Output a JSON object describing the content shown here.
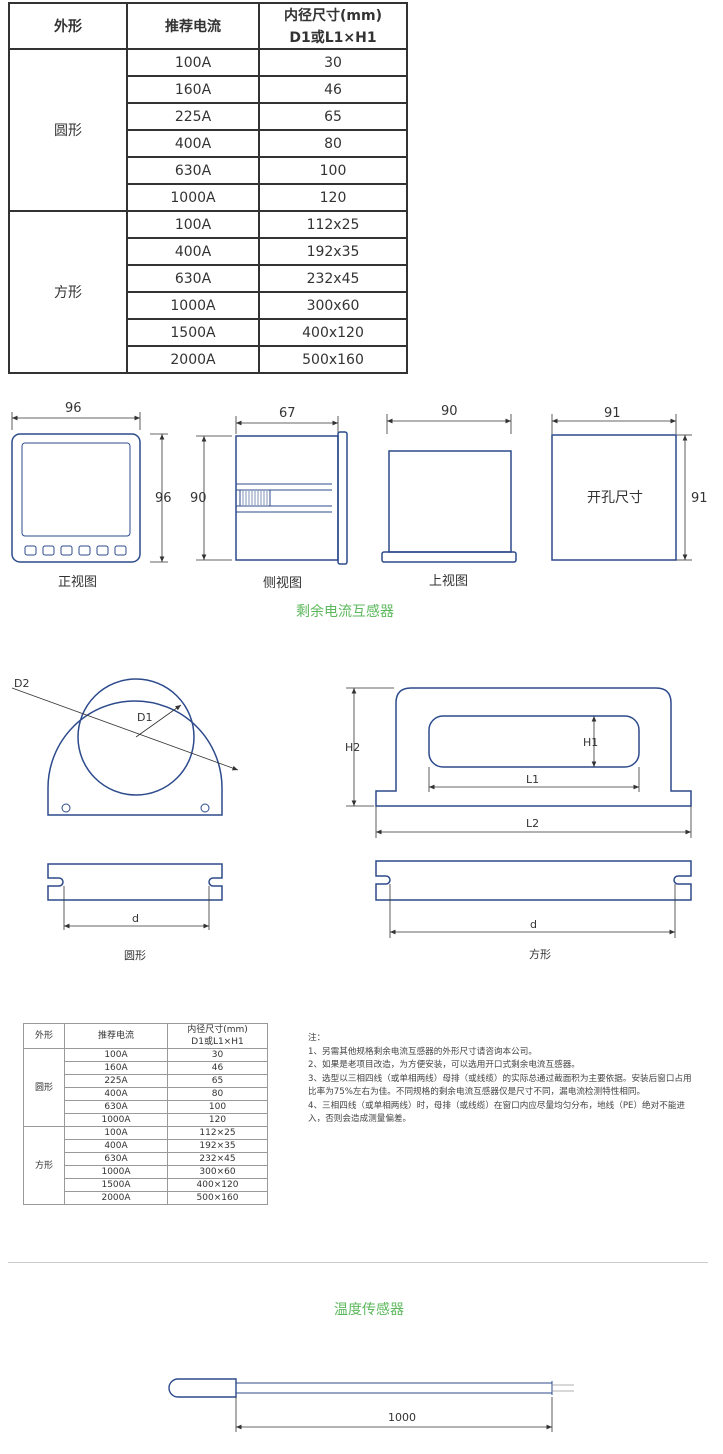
{
  "spec_table": {
    "headers": [
      "外形",
      "推荐电流",
      "内径尺寸(mm)",
      "D1或L1×H1"
    ],
    "groups": [
      {
        "shape": "圆形",
        "rows": [
          [
            "100A",
            "30"
          ],
          [
            "160A",
            "46"
          ],
          [
            "225A",
            "65"
          ],
          [
            "400A",
            "80"
          ],
          [
            "630A",
            "100"
          ],
          [
            "1000A",
            "120"
          ]
        ]
      },
      {
        "shape": "方形",
        "rows": [
          [
            "100A",
            "112x25"
          ],
          [
            "400A",
            "192x35"
          ],
          [
            "630A",
            "232x45"
          ],
          [
            "1000A",
            "300x60"
          ],
          [
            "1500A",
            "400x120"
          ],
          [
            "2000A",
            "500x160"
          ]
        ]
      }
    ]
  },
  "meter_drawings": {
    "front": {
      "dim_w": "96",
      "dim_h": "96",
      "caption": "正视图"
    },
    "side": {
      "dim_w": "67",
      "dim_h": "90",
      "caption": "侧视图"
    },
    "top": {
      "dim_w": "90",
      "caption": "上视图"
    },
    "cutout": {
      "dim_w": "91",
      "dim_h": "91",
      "label": "开孔尺寸"
    }
  },
  "rcd_section": {
    "title": "剩余电流互感器",
    "round": {
      "d2": "D2",
      "d1": "D1",
      "d": "d",
      "caption": "圆形"
    },
    "square": {
      "h2": "H2",
      "h1": "H1",
      "l1": "L1",
      "l2": "L2",
      "d": "d",
      "caption": "方形"
    }
  },
  "small_table": {
    "headers": [
      "外形",
      "推荐电流",
      "内径尺寸(mm)",
      "D1或L1×H1"
    ],
    "groups": [
      {
        "shape": "圆形",
        "rows": [
          [
            "100A",
            "30"
          ],
          [
            "160A",
            "46"
          ],
          [
            "225A",
            "65"
          ],
          [
            "400A",
            "80"
          ],
          [
            "630A",
            "100"
          ],
          [
            "1000A",
            "120"
          ]
        ]
      },
      {
        "shape": "方形",
        "rows": [
          [
            "100A",
            "112×25"
          ],
          [
            "400A",
            "192×35"
          ],
          [
            "630A",
            "232×45"
          ],
          [
            "1000A",
            "300×60"
          ],
          [
            "1500A",
            "400×120"
          ],
          [
            "2000A",
            "500×160"
          ]
        ]
      }
    ]
  },
  "notes": {
    "title": "注：",
    "items": [
      "1、另需其他规格剩余电流互感器的外形尺寸请咨询本公司。",
      "2、如果是老项目改造，为方便安装，可以选用开口式剩余电流互感器。",
      "3、选型以三相四线（或单相两线）母排（或线缆）的实际总通过截面积为主要依据。安装后窗口占用比率为75%左右为佳。不同规格的剩余电流互感器仅是尺寸不同，漏电流检测特性相同。",
      "4、三相四线（或单相两线）时，母排（或线缆）在窗口内应尽量均匀分布，地线（PE）绝对不能进入，否则会造成测量偏差。"
    ]
  },
  "temp_section": {
    "title": "温度传感器",
    "length": "1000"
  },
  "colors": {
    "accent_green": "#5cb85c",
    "outline_blue": "#2c4a8c"
  }
}
